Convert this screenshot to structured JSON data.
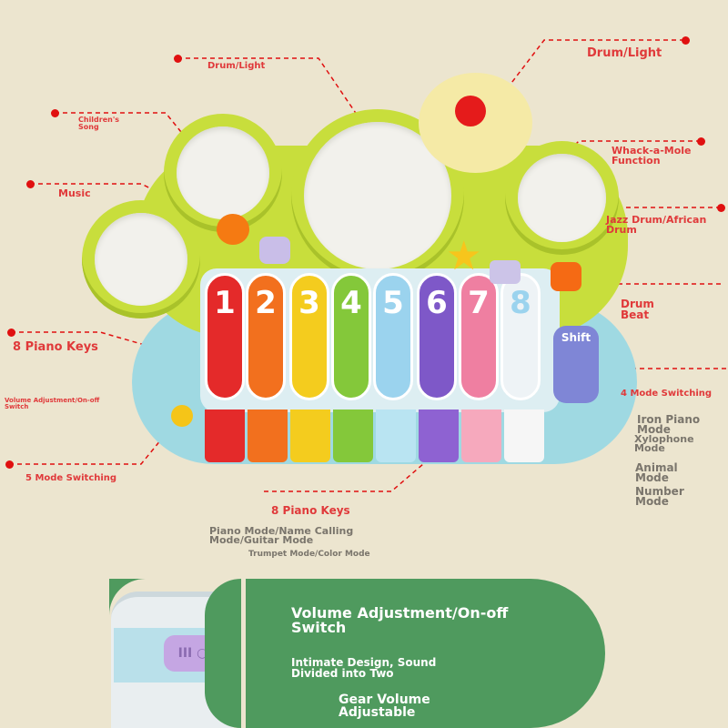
{
  "labels": {
    "drum_light_top": "Drum/Light",
    "drum_light_right": "Drum/Light",
    "childrens_song": "Children's\nSong",
    "music": "Music",
    "whack_a_mole": "Whack-a-Mole\nFunction",
    "jazz_drum": "Jazz Drum/African\nDrum",
    "drum_beat": "Drum\nBeat",
    "piano_keys_left": "8 Piano Keys",
    "volume_small": "Volume Adjustment/On-off\nSwitch",
    "four_mode": "4 Mode Switching",
    "five_mode": "5 Mode Switching",
    "piano_keys_bottom": "8 Piano Keys"
  },
  "modes_right": [
    "Iron Piano\nMode",
    "Xylophone\nMode",
    "Animal\nMode",
    "Number\nMode"
  ],
  "modes_bottom": [
    "Piano Mode/Name Calling\n Mode/Guitar Mode",
    "Trumpet Mode/Color Mode"
  ],
  "toy": {
    "keys": [
      "1",
      "2",
      "3",
      "4",
      "5",
      "6",
      "7",
      "8"
    ],
    "shift": "Shift"
  },
  "panel": {
    "title": "Volume Adjustment/On-off\n Switch",
    "line1": "Intimate Design, Sound\n Divided into Two",
    "line2": "Gear Volume\n Adjustable"
  }
}
